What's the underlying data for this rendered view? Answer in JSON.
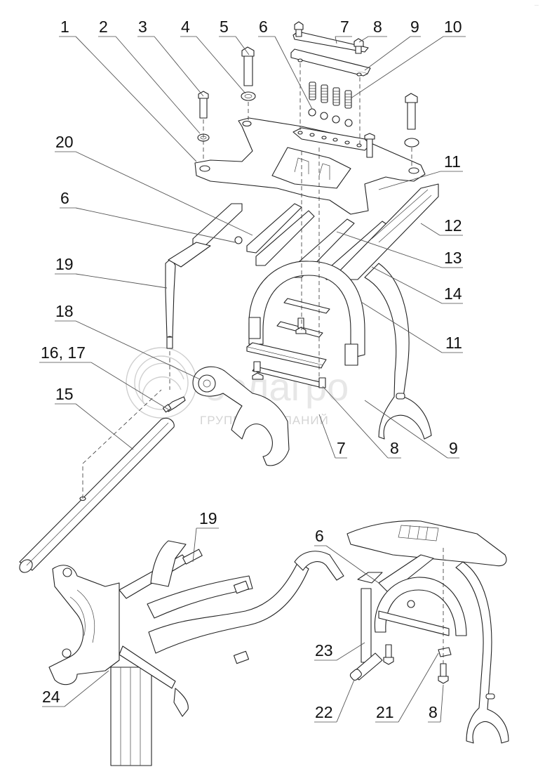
{
  "diagram": {
    "type": "exploded-parts-view",
    "subject": "gear shift fork mechanism assembly",
    "corner_mark": "···",
    "watermark": {
      "brand": "белагро",
      "subtitle": "ГРУППА КОМПАНИЙ"
    },
    "callouts": [
      {
        "id": "c1",
        "label": "1"
      },
      {
        "id": "c2",
        "label": "2"
      },
      {
        "id": "c3",
        "label": "3"
      },
      {
        "id": "c4",
        "label": "4"
      },
      {
        "id": "c5",
        "label": "5"
      },
      {
        "id": "c6",
        "label": "6"
      },
      {
        "id": "c7",
        "label": "7"
      },
      {
        "id": "c8",
        "label": "8"
      },
      {
        "id": "c9",
        "label": "9"
      },
      {
        "id": "c10",
        "label": "10"
      },
      {
        "id": "c11a",
        "label": "11"
      },
      {
        "id": "c12",
        "label": "12"
      },
      {
        "id": "c13",
        "label": "13"
      },
      {
        "id": "c14",
        "label": "14"
      },
      {
        "id": "c11b",
        "label": "11"
      },
      {
        "id": "c20",
        "label": "20"
      },
      {
        "id": "c6b",
        "label": "6"
      },
      {
        "id": "c19",
        "label": "19"
      },
      {
        "id": "c18",
        "label": "18"
      },
      {
        "id": "c1617",
        "label": "16, 17"
      },
      {
        "id": "c15",
        "label": "15"
      },
      {
        "id": "c7b",
        "label": "7"
      },
      {
        "id": "c8b",
        "label": "8"
      },
      {
        "id": "c9b",
        "label": "9"
      },
      {
        "id": "c19b",
        "label": "19"
      },
      {
        "id": "c24",
        "label": "24"
      },
      {
        "id": "c6c",
        "label": "6"
      },
      {
        "id": "c23",
        "label": "23"
      },
      {
        "id": "c22",
        "label": "22"
      },
      {
        "id": "c21",
        "label": "21"
      },
      {
        "id": "c8c",
        "label": "8"
      }
    ]
  }
}
